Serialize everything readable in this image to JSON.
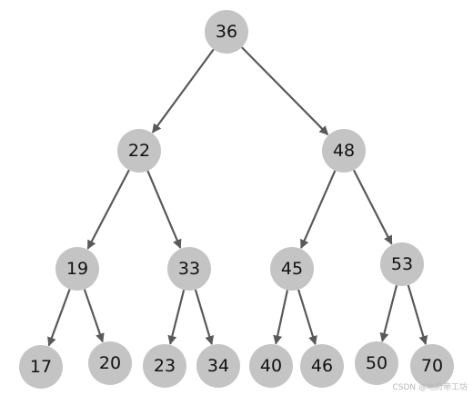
{
  "tree": {
    "nodes": [
      {
        "id": "n36",
        "label": "36"
      },
      {
        "id": "n22",
        "label": "22"
      },
      {
        "id": "n48",
        "label": "48"
      },
      {
        "id": "n19",
        "label": "19"
      },
      {
        "id": "n33",
        "label": "33"
      },
      {
        "id": "n45",
        "label": "45"
      },
      {
        "id": "n53",
        "label": "53"
      },
      {
        "id": "n17",
        "label": "17"
      },
      {
        "id": "n20",
        "label": "20"
      },
      {
        "id": "n23",
        "label": "23"
      },
      {
        "id": "n34",
        "label": "34"
      },
      {
        "id": "n40",
        "label": "40"
      },
      {
        "id": "n46",
        "label": "46"
      },
      {
        "id": "n50",
        "label": "50"
      },
      {
        "id": "n70",
        "label": "70"
      }
    ],
    "edges": [
      {
        "from": "n36",
        "to": "n22"
      },
      {
        "from": "n36",
        "to": "n48"
      },
      {
        "from": "n22",
        "to": "n19"
      },
      {
        "from": "n22",
        "to": "n33"
      },
      {
        "from": "n48",
        "to": "n45"
      },
      {
        "from": "n48",
        "to": "n53"
      },
      {
        "from": "n19",
        "to": "n17"
      },
      {
        "from": "n19",
        "to": "n20"
      },
      {
        "from": "n33",
        "to": "n23"
      },
      {
        "from": "n33",
        "to": "n34"
      },
      {
        "from": "n45",
        "to": "n40"
      },
      {
        "from": "n45",
        "to": "n46"
      },
      {
        "from": "n53",
        "to": "n50"
      },
      {
        "from": "n53",
        "to": "n70"
      }
    ]
  },
  "watermark": "CSDN @地府帝工坊",
  "colors": {
    "node_fill": "#c4c4c4",
    "edge": "#595959",
    "label": "#111111"
  }
}
